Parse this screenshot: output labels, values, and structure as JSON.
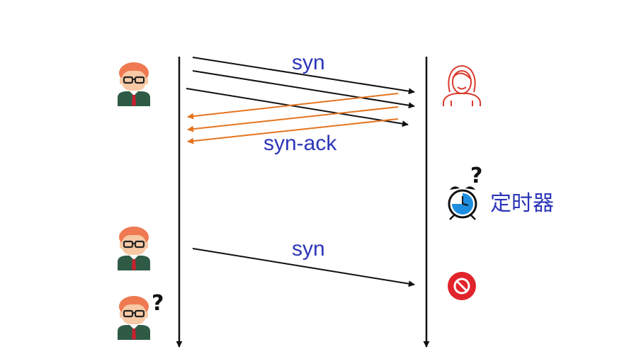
{
  "colors": {
    "line": "#111111",
    "syn": "#111111",
    "synack": "#e4741f",
    "label": "#2c35b8",
    "hair": "#ef7a52",
    "skin": "#f7c9a5",
    "suit": "#2f5a46",
    "tie": "#c8202f",
    "server_outline": "#d83a2a",
    "clock_face": "#1e8fe0",
    "block": "#e1242b"
  },
  "labels": {
    "syn_top": "syn",
    "syn_ack": "syn-ack",
    "syn_bottom": "syn",
    "timer": "定时器",
    "question_client": "?",
    "question_timer": "?"
  },
  "icons": {
    "client": "man-with-glasses-icon",
    "server": "woman-outline-icon",
    "timer": "alarm-clock-icon",
    "blocked": "no-entry-icon"
  }
}
